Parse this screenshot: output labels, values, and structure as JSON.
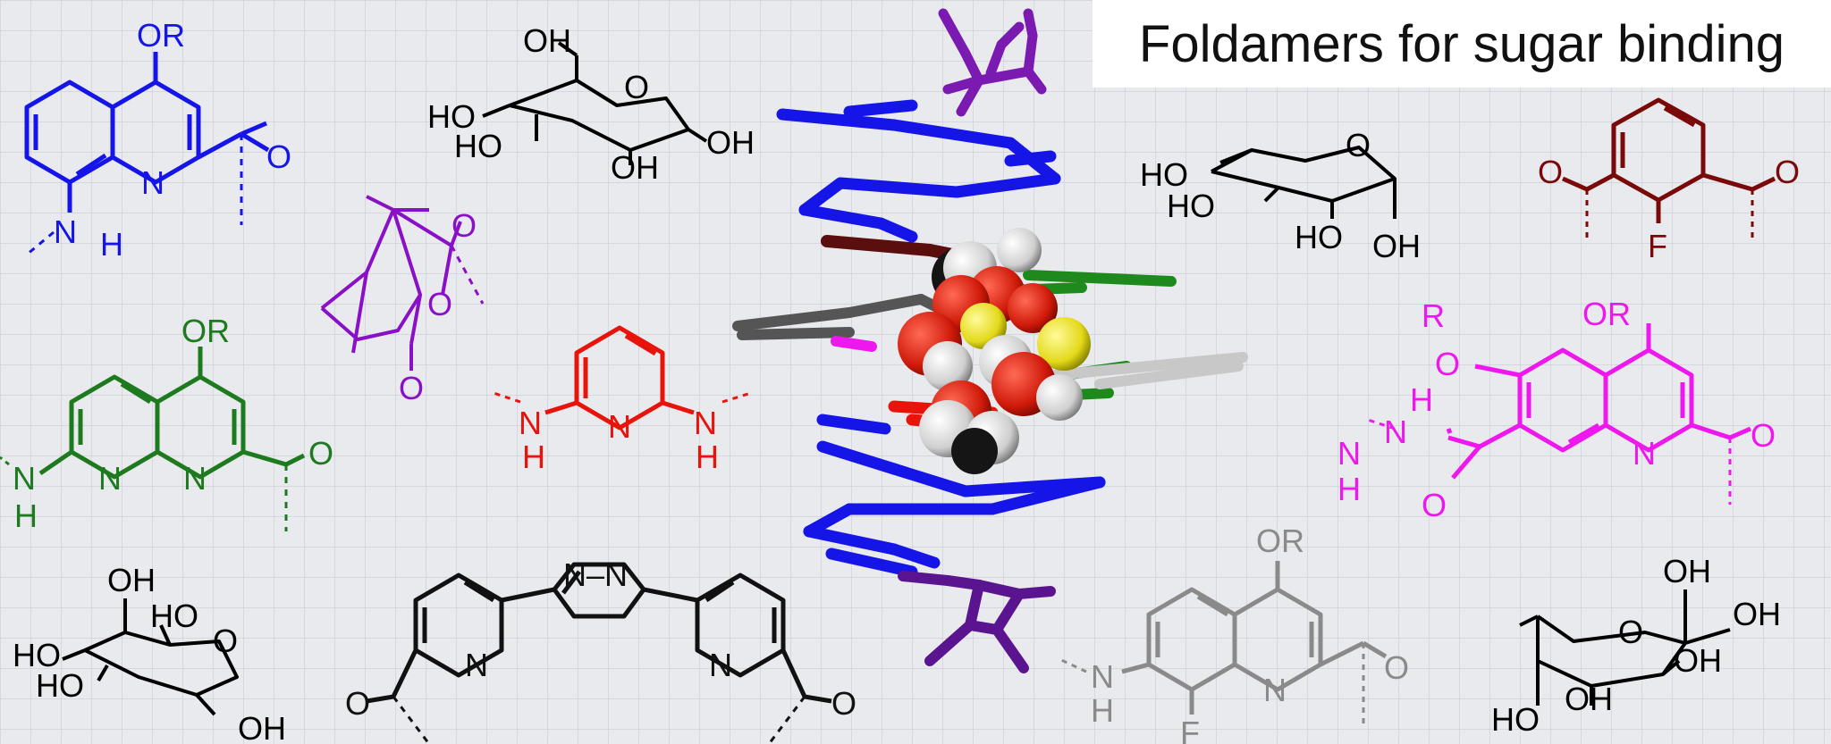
{
  "title": "Foldamers for sugar binding",
  "colors": {
    "background": "#e9eaee",
    "quinoline": "#1515e8",
    "camphanic": "#8a10c8",
    "naphthyridine": "#1e7a1e",
    "pyridine": "#e8140c",
    "sugar": "#000000",
    "bipyridyl_pyridazine": "#111111",
    "fluoro_benzene": "#7a0a0a",
    "hydrazino_quinoline": "#ee18ee",
    "fluoro_quinoline": "#8a8a8a"
  },
  "labels": {
    "quinoline": {
      "or": "OR",
      "o": "O",
      "n": "N",
      "nh_n": "N",
      "nh_h": "H"
    },
    "glucose": {
      "oh_top": "OH",
      "ho1": "HO",
      "ho2": "HO",
      "o": "O",
      "oh_right": "OH",
      "oh_bottom": "OH"
    },
    "camphanic": {
      "o1": "O",
      "o2": "O",
      "o3": "O"
    },
    "naphthyridine": {
      "or": "OR",
      "n1": "N",
      "n2": "N",
      "o": "O",
      "nh_n": "N",
      "nh_h": "H"
    },
    "pyridine": {
      "n": "N",
      "nh1_n": "N",
      "nh1_h": "H",
      "nh2_n": "N",
      "nh2_h": "H"
    },
    "xylose": {
      "o": "O",
      "ho1": "HO",
      "ho2": "HO",
      "ho3": "HO",
      "oh": "OH"
    },
    "fluoro_benzene": {
      "o1": "O",
      "o2": "O",
      "f": "F"
    },
    "hydrazino_quinoline": {
      "r": "R",
      "o_ether": "O",
      "or": "OR",
      "h_top": "H",
      "n_top": "N",
      "n_mid": "N",
      "h_bot": "H",
      "o_amide": "O",
      "n_ring": "N",
      "o_right": "O"
    },
    "mannose": {
      "oh_top": "OH",
      "ho_in": "HO",
      "ho1": "HO",
      "ho2": "HO",
      "o": "O",
      "oh_bottom": "OH"
    },
    "bipyridyl_pyridazine": {
      "nn": "N–N",
      "n1": "N",
      "n2": "N",
      "o1": "O",
      "o2": "O"
    },
    "fluoro_quinoline": {
      "or": "OR",
      "n_ring": "N",
      "o": "O",
      "nh_n": "N",
      "nh_h": "H",
      "f": "F"
    },
    "fructose": {
      "oh1": "OH",
      "oh2": "OH",
      "o": "O",
      "oh3": "OH",
      "ho": "HO",
      "oh4": "OH"
    }
  }
}
